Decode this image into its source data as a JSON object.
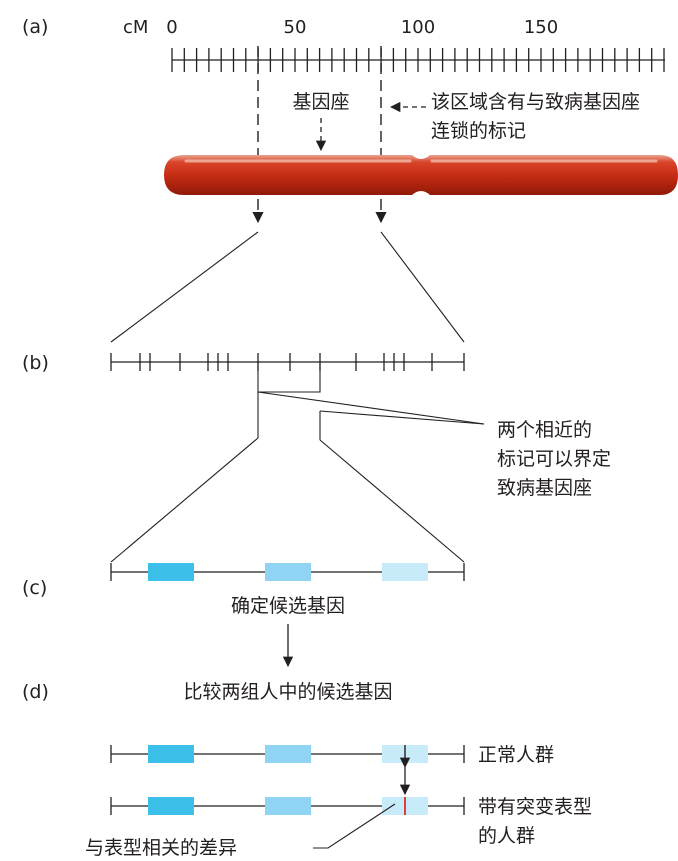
{
  "panels": {
    "a": "(a)",
    "b": "(b)",
    "c": "(c)",
    "d": "(d)"
  },
  "scale": {
    "unit": "cM",
    "major_ticks": [
      0,
      50,
      100,
      150
    ],
    "minor_step": 5,
    "max": 200
  },
  "panel_a": {
    "locus_label": "基因座",
    "region_note_line1": "该区域含有与致病基因座",
    "region_note_line2": "连锁的标记"
  },
  "panel_b": {
    "note_line1": "两个相近的",
    "note_line2": "标记可以界定",
    "note_line3": "致病基因座"
  },
  "panel_c": {
    "caption": "确定候选基因"
  },
  "panel_d": {
    "title": "比较两组人中的候选基因",
    "normal_label": "正常人群",
    "mutant_label_line1": "带有突变表型",
    "mutant_label_line2": "的人群",
    "difference_label": "与表型相关的差异"
  },
  "colors": {
    "chromosome": "#c62a12",
    "gene_dark": "#3cc0ea",
    "gene_mid": "#8fd4f2",
    "gene_light": "#c8ebf9",
    "mutation_mark": "#e02a2a"
  }
}
